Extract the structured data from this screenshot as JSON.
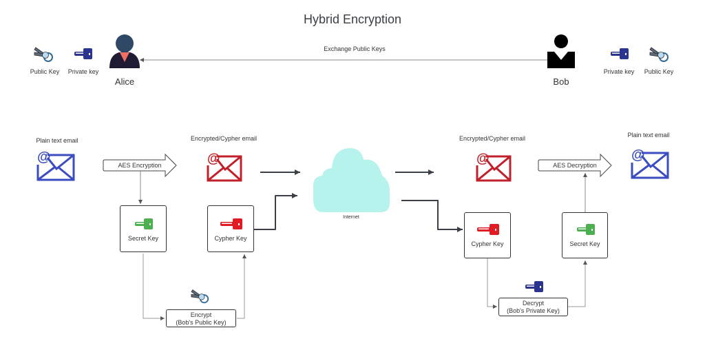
{
  "title": "Hybrid Encryption",
  "exchange_label": "Exchange Public Keys",
  "actors": {
    "alice": {
      "name": "Alice",
      "keys": [
        {
          "label": "Public Key",
          "icon": "public-keys-icon"
        },
        {
          "label": "Private key",
          "icon": "private-key-icon"
        }
      ]
    },
    "bob": {
      "name": "Bob",
      "keys": [
        {
          "label": "Private key",
          "icon": "private-key-icon"
        },
        {
          "label": "Public Key",
          "icon": "public-keys-icon"
        }
      ]
    }
  },
  "sender": {
    "plain_email": "Plain text email",
    "aes_step": "AES Encryption",
    "cypher_email": "Encrypted/Cypher email",
    "secret_key": "Secret Key",
    "cypher_key": "Cypher Key",
    "encrypt_line1": "Encrypt",
    "encrypt_line2": "(Bob's Public Key)"
  },
  "network": {
    "label": "Internet"
  },
  "receiver": {
    "cypher_email": "Encrypted/Cypher email",
    "aes_step": "AES Decryption",
    "plain_email": "Plain text email",
    "cypher_key": "Cypher Key",
    "secret_key": "Secret Key",
    "decrypt_line1": "Decrypt",
    "decrypt_line2": "(Bob's Private Key)"
  },
  "colors": {
    "plain_email": "#3b4cc0",
    "cypher_email": "#c0202a",
    "secret_key": "#4caf50",
    "cypher_key": "#e01b24",
    "private_key": "#2b3590",
    "cloud": "#b6f3ec",
    "alice_head": "#2e4866",
    "alice_body": "#1e1b33",
    "alice_tie": "#f07068"
  }
}
